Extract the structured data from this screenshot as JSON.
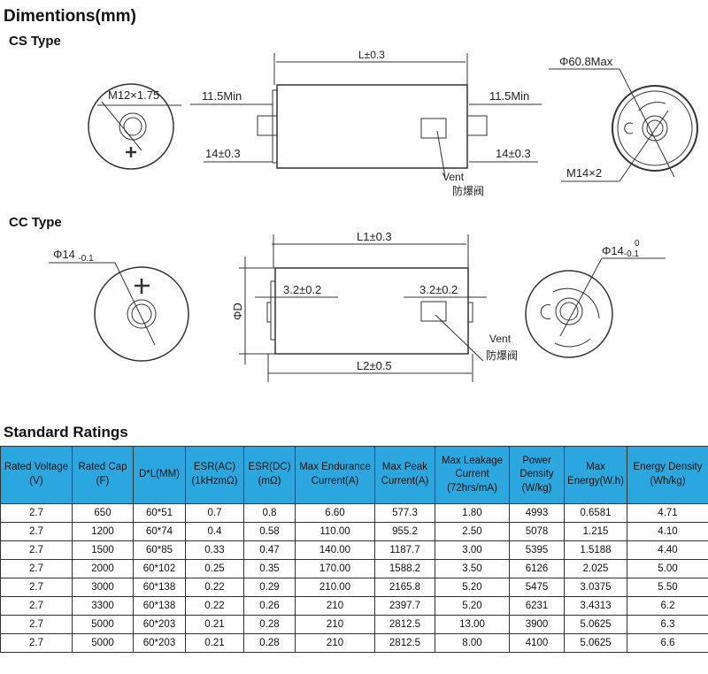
{
  "headings": {
    "dimensions": "Dimentions(mm)",
    "cs_type": "CS Type",
    "cc_type": "CC Type",
    "standard_ratings": "Standard Ratings"
  },
  "cs_drawing": {
    "thread_left": "M12×1.75",
    "length": "L±0.3",
    "min_left": "11.5Min",
    "min_right": "11.5Min",
    "term_left": "14±0.3",
    "term_right": "14±0.3",
    "vent": "Vent",
    "vent_cn": "防爆阀",
    "diameter": "Φ60.8Max",
    "thread_right": "M14×2"
  },
  "cc_drawing": {
    "dia_left": "Φ14",
    "dia_left_tol": "-0.1",
    "l1": "L1±0.3",
    "l2": "L2±0.5",
    "phi_d": "ΦD",
    "term_left": "3.2±0.2",
    "term_right": "3.2±0.2",
    "vent": "Vent",
    "vent_cn": "防爆阀",
    "dia_right": "Φ14",
    "dia_right_tol": "-0.1",
    "dia_right_upper": "0"
  },
  "table": {
    "headers": [
      [
        "Rated Voltage",
        "(V)"
      ],
      [
        "Rated Cap",
        "(F)"
      ],
      [
        "D*L(MM)",
        ""
      ],
      [
        "ESR(AC)",
        "(1kHzmΩ)"
      ],
      [
        "ESR(DC)",
        "(mΩ)"
      ],
      [
        "Max Endurance",
        "Current(A)"
      ],
      [
        "Max Peak",
        "Current(A)"
      ],
      [
        "Max Leakage Current",
        "(72hrs/mA)"
      ],
      [
        "Power Density",
        "(W/kg)"
      ],
      [
        "Max",
        "Energy(W.h)"
      ],
      [
        "Energy Density",
        "(Wh/kg)"
      ]
    ],
    "rows": [
      [
        "2.7",
        "650",
        "60*51",
        "0.7",
        "0.8",
        "6.60",
        "577.3",
        "1.80",
        "4993",
        "0.6581",
        "4.71"
      ],
      [
        "2.7",
        "1200",
        "60*74",
        "0.4",
        "0.58",
        "110.00",
        "955.2",
        "2.50",
        "5078",
        "1.215",
        "4.10"
      ],
      [
        "2.7",
        "1500",
        "60*85",
        "0.33",
        "0.47",
        "140.00",
        "1187.7",
        "3.00",
        "5395",
        "1.5188",
        "4.40"
      ],
      [
        "2.7",
        "2000",
        "60*102",
        "0.25",
        "0.35",
        "170.00",
        "1588.2",
        "3.50",
        "6126",
        "2.025",
        "5.00"
      ],
      [
        "2.7",
        "3000",
        "60*138",
        "0.22",
        "0.29",
        "210.00",
        "2165.8",
        "5.20",
        "5475",
        "3.0375",
        "5.50"
      ],
      [
        "2.7",
        "3300",
        "60*138",
        "0.22",
        "0.26",
        "210",
        "2397.7",
        "5.20",
        "6231",
        "3.4313",
        "6.2"
      ],
      [
        "2.7",
        "5000",
        "60*203",
        "0.21",
        "0.28",
        "210",
        "2812.5",
        "13.00",
        "3900",
        "5.0625",
        "6.3"
      ],
      [
        "2.7",
        "5000",
        "60*203",
        "0.21",
        "0.28",
        "210",
        "2812.5",
        "8.00",
        "4100",
        "5.0625",
        "6.6"
      ]
    ]
  },
  "colors": {
    "header_bg": "#2aa7df"
  }
}
